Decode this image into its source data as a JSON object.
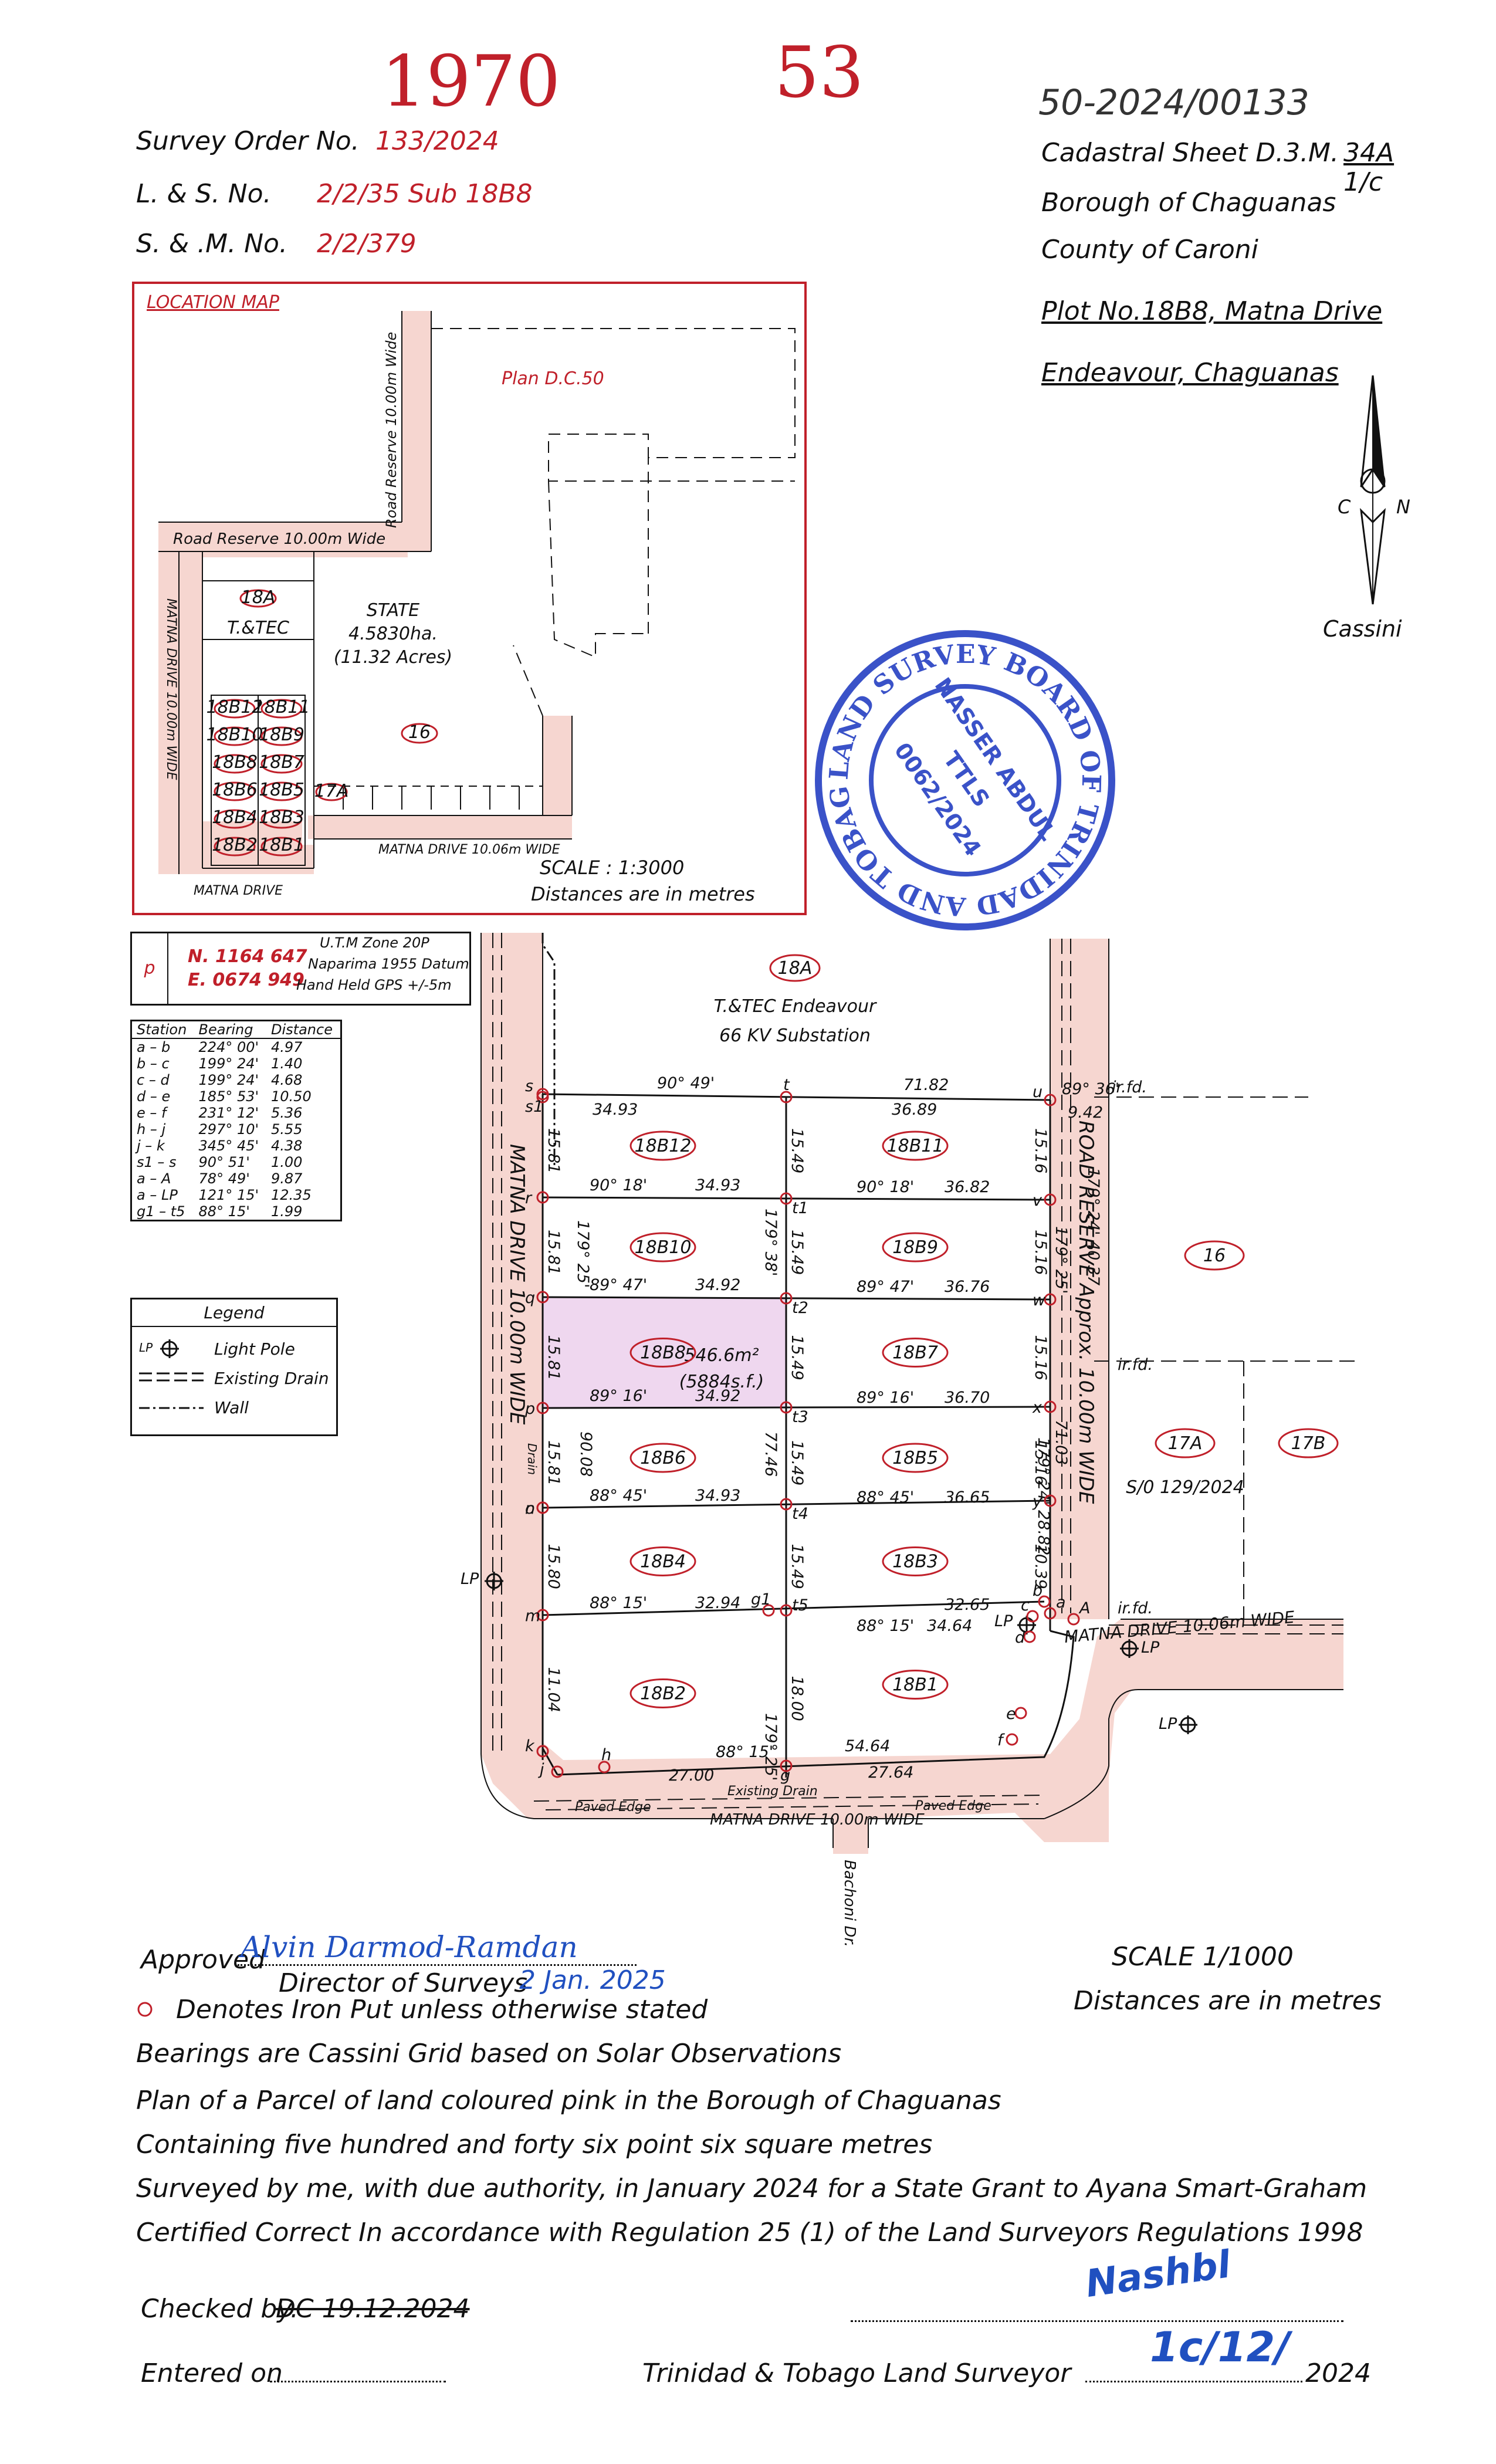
{
  "header": {
    "numbers": {
      "left": "1970",
      "right": "53"
    },
    "ref": "50-2024/00133",
    "left_rows": [
      {
        "label": "Survey  Order No.",
        "value": "133/2024"
      },
      {
        "label": "L. & S. No.",
        "value": "2/2/35 Sub 18B8"
      },
      {
        "label": "S. & .M. No.",
        "value": "2/2/379"
      }
    ],
    "cadastral": "Cadastral Sheet D.3.M.",
    "cadastral_num": "34A",
    "cadastral_den": "1/c",
    "borough": "Borough of Chaguanas",
    "county": "County of Caroni",
    "plot": "Plot No.18B8, Matna Drive",
    "area": "Endeavour, Chaguanas"
  },
  "north": {
    "c_label": "C",
    "n_label": "N",
    "caption": "Cassini"
  },
  "location_map": {
    "title": "LOCATION  MAP",
    "road_reserve_v": "Road  Reserve  10.00m  Wide",
    "road_reserve_h": "Road  Reserve  10.00m  Wide",
    "plan": "Plan D.C.50",
    "state": "STATE",
    "state_ha": "4.5830ha.",
    "state_acres": "(11.32 Acres)",
    "matna_v": "MATNA  DRIVE  10.00m  WIDE",
    "matna_bottom": "MATNA  DRIVE",
    "matna_mid": "MATNA  DRIVE  10.06m  WIDE",
    "lot_18a": "18A",
    "ttec": "T.&TEC",
    "lot_16": "16",
    "lot_17a": "17A",
    "lots": [
      "18B12",
      "18B11",
      "18B10",
      "18B9",
      "18B8",
      "18B7",
      "18B6",
      "18B5",
      "18B4",
      "18B3",
      "18B2",
      "18B1"
    ],
    "scale": "SCALE  :  1:3000",
    "distances": "Distances  are  in  metres"
  },
  "stamp": {
    "outer": "LAND SURVEY BOARD OF TRINIDAD AND TOBAGO",
    "line1": "NASSER ABDUL",
    "line2": "TTLS",
    "line3": "0062/2024"
  },
  "coords": {
    "marker": "p",
    "n": "N.  1164  647",
    "e": "E.  0674  949",
    "l1": "U.T.M  Zone  20P",
    "l2": "Naparima  1955  Datum",
    "l3": "Hand  Held  GPS  +/-5m"
  },
  "bearing_table": {
    "headers": [
      "Station",
      "Bearing",
      "Distance"
    ],
    "rows": [
      [
        "a – b",
        "224° 00'",
        "4.97"
      ],
      [
        "b – c",
        "199° 24'",
        "1.40"
      ],
      [
        "c – d",
        "199° 24'",
        "4.68"
      ],
      [
        "d – e",
        "185° 53'",
        "10.50"
      ],
      [
        "e – f",
        "231° 12'",
        "5.36"
      ],
      [
        "h – j",
        "297° 10'",
        "5.55"
      ],
      [
        "j – k",
        "345° 45'",
        "4.38"
      ],
      [
        "s1 – s",
        "90° 51'",
        "1.00"
      ],
      [
        "a – A",
        "78° 49'",
        "9.87"
      ],
      [
        "a – LP",
        "121° 15'",
        "12.35"
      ],
      [
        "g1 – t5",
        "88° 15'",
        "1.99"
      ]
    ]
  },
  "legend": {
    "title": "Legend",
    "items": [
      "Light  Pole",
      "Existing  Drain",
      "Wall"
    ],
    "lp": "LP"
  },
  "plan": {
    "lot_18a": "18A",
    "ttec": "T.&TEC  Endeavour",
    "substation": "66  KV  Substation",
    "matna_left": "MATNA   DRIVE   10.00m   WIDE",
    "road_reserve": "ROAD   RESERVE   Approx.   10.00m   WIDE",
    "matna_right": "MATNA  DRIVE  10.06m  WIDE",
    "matna_bottom": "MATNA   DRIVE   10.00m   WIDE",
    "bachoni": "Bachoni  Dr.",
    "paved1": "Paved  Edge",
    "paved2": "Paved  Edge",
    "existing_drain": "Existing  Drain",
    "drain": "Drain",
    "area_m2": "546.6m²",
    "area_sf": "(5884s.f.)",
    "lot_16": "16",
    "lot_17a": "17A",
    "lot_17b": "17B",
    "so": "S/0  129/2024",
    "irfd": "ir.fd.",
    "lp": "LP",
    "lots_left": [
      "18B12",
      "18B10",
      "18B8",
      "18B6",
      "18B4",
      "18B2"
    ],
    "lots_right": [
      "18B11",
      "18B9",
      "18B7",
      "18B5",
      "18B3",
      "18B1"
    ],
    "letters": [
      "s",
      "s1",
      "t",
      "u",
      "r",
      "t1",
      "v",
      "q",
      "t2",
      "w",
      "p",
      "t3",
      "x",
      "o",
      "n",
      "t4",
      "y",
      "m",
      "g1",
      "t5",
      "a",
      "b",
      "c",
      "d",
      "e",
      "f",
      "g",
      "h",
      "j",
      "k",
      "A"
    ],
    "top_bearing": "90°  49'",
    "top_left": "34.93",
    "top_mid": "71.82",
    "top_right": "36.89",
    "red_bearing": "89°  36'",
    "red_dist": "9.42",
    "row_bearings": [
      {
        "b": "90°  18'",
        "l": "34.93",
        "b2": "90°  18'",
        "r": "36.82"
      },
      {
        "b": "89°  47'",
        "l": "34.92",
        "b2": "89°  47'",
        "r": "36.76"
      },
      {
        "b": "89°  16'",
        "l": "34.92",
        "b2": "89°  16'",
        "r": "36.70"
      },
      {
        "b": "88°  45'",
        "l": "34.93",
        "b2": "88°  45'",
        "r": "36.65"
      },
      {
        "b": "88°  15'",
        "l": "32.94",
        "b2": "",
        "r": "32.65"
      }
    ],
    "bottom_row": {
      "b": "88°  15'",
      "l": "34.64",
      "mid": "54.64"
    },
    "bottom_edge": {
      "b": "88°  15'",
      "l": "27.00",
      "r": "27.64"
    },
    "left_dists": [
      "15.81",
      "15.81",
      "15.81",
      "15.81",
      "15.80",
      "11.04"
    ],
    "mid_dists": [
      "15.49",
      "15.49",
      "15.49",
      "15.49",
      "15.49",
      "18.00"
    ],
    "right_dists": [
      "15.16",
      "15.16",
      "15.16",
      "15.16",
      "10.39"
    ],
    "bearings_vert": [
      "179°  25'",
      "179°  25'",
      "179°  38'",
      "179°  25'",
      "179°  24'  28.82",
      "179°  24'  40.37"
    ],
    "left_total": "90.08",
    "mid_total": "77.46",
    "right_total": "71.03"
  },
  "footer": {
    "approved": "Approved",
    "director": "Director of Surveys",
    "signature": "Alvin Darmod-Ramdan",
    "date_sig": "2 Jan. 2025",
    "scale": "SCALE  1/1000",
    "distances": "Distances  are  in  metres",
    "iron": "Denotes Iron Put unless otherwise stated",
    "bearings": "Bearings are Cassini Grid based on Solar Observations",
    "line1": "Plan of a Parcel of land coloured pink in the Borough of Chaguanas",
    "line2": "Containing five hundred and forty six point six square metres",
    "line3": "Surveyed by me, with due authority, in January 2024 for a State Grant to Ayana Smart-Graham",
    "line4": "Certified Correct In accordance with Regulation 25 (1) of the Land Surveyors Regulations 1998",
    "checked": "Checked  by.",
    "checked_val": "DC 19.12.2024",
    "entered": "Entered  on",
    "surveyor": "Trinidad  &  Tobago  Land  Surveyor",
    "year": "2024",
    "signature2": "Nashbl",
    "date2": "1c/12/"
  }
}
